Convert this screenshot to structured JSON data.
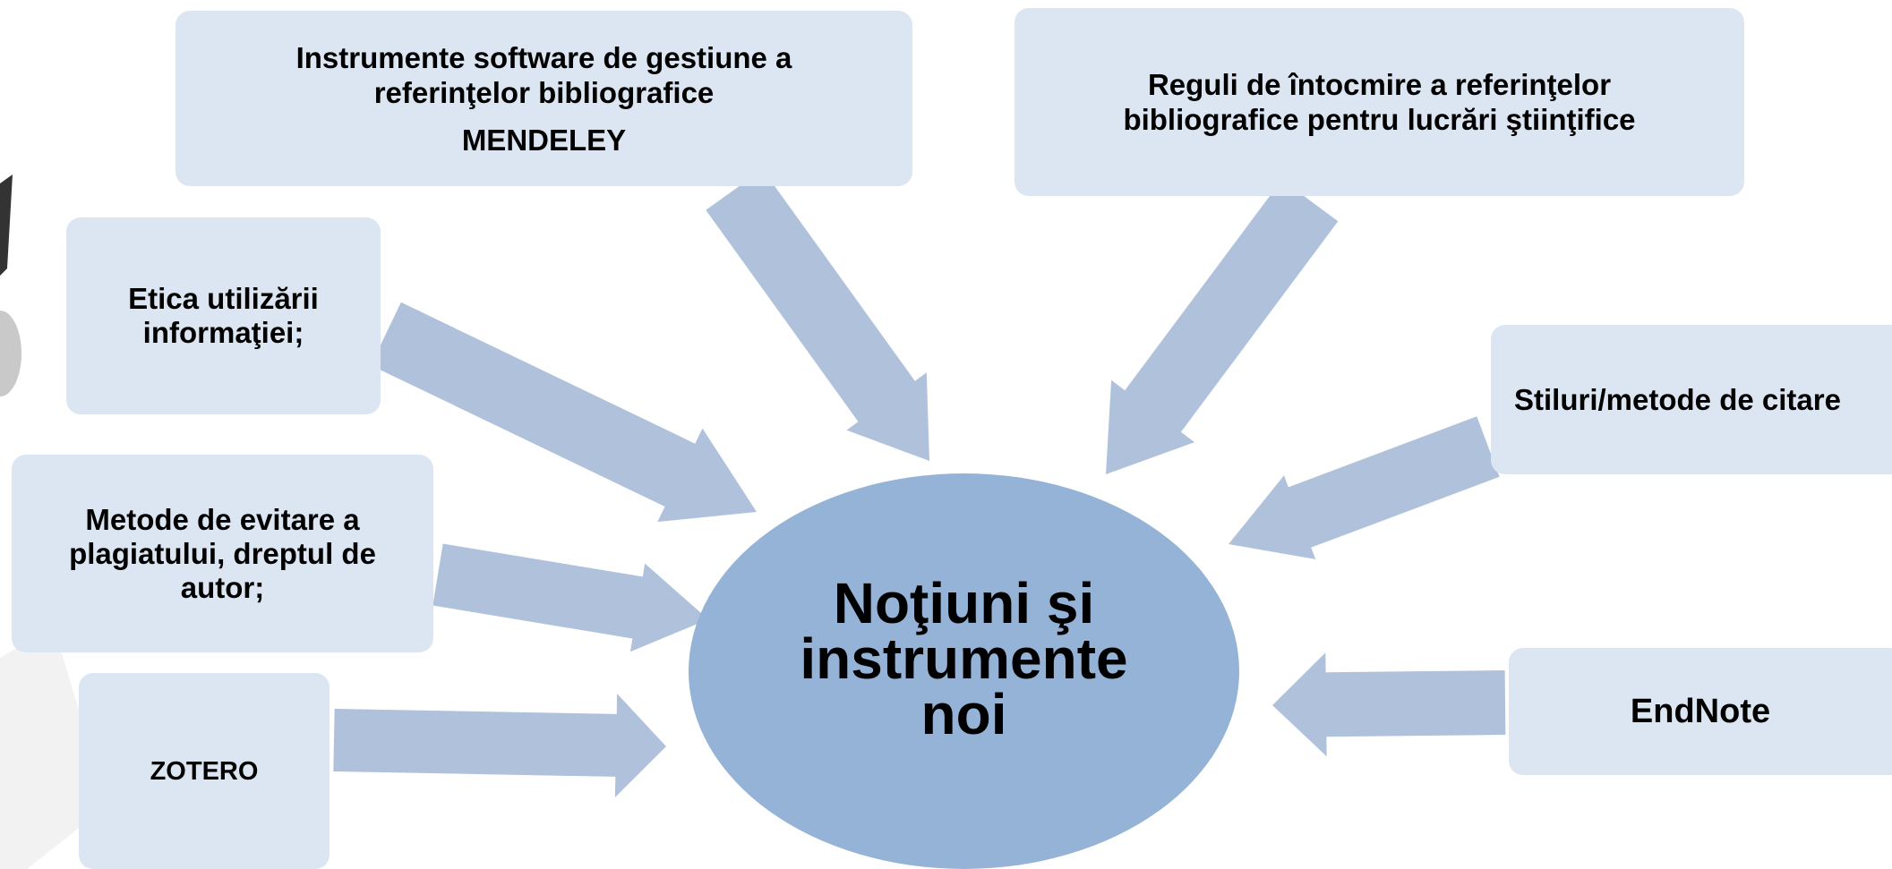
{
  "colors": {
    "box_fill": "#dce6f2",
    "ellipse_fill": "#95b3d7",
    "arrow_fill": "#b0c1dc",
    "text": "#000000"
  },
  "center": {
    "lines": [
      "Noţiuni şi",
      "instrumente",
      "noi"
    ]
  },
  "boxes": {
    "software": {
      "line1": "Instrumente software de gestiune a",
      "line2": "referinţelor bibliografice",
      "line3": "MENDELEY"
    },
    "rules": {
      "line1": "Reguli de întocmire a referinţelor",
      "line2": "bibliografice pentru lucrări ştiinţifice"
    },
    "ethics": {
      "line1": "Etica utilizării",
      "line2": "informaţiei;"
    },
    "plagiarism": {
      "line1": "Metode de evitare a",
      "line2": "plagiatului, dreptul de",
      "line3": "autor;"
    },
    "zotero": {
      "line1": "ZOTERO"
    },
    "styles": {
      "line1": "Stiluri/metode de citare"
    },
    "endnote": {
      "line1": "EndNote"
    }
  }
}
